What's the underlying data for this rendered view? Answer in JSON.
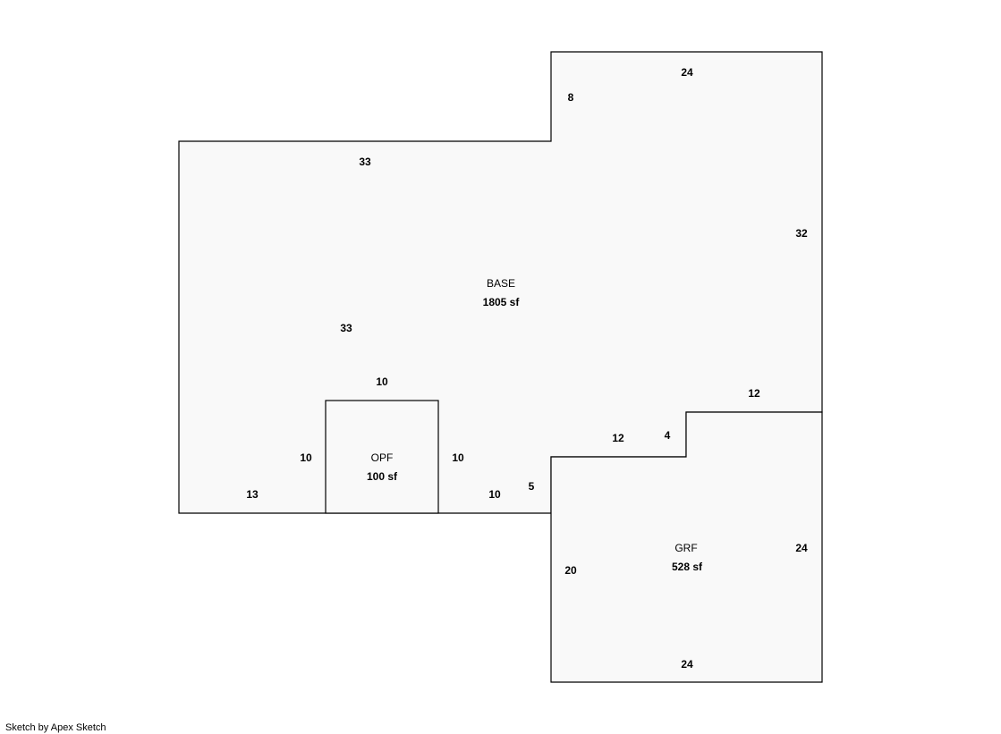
{
  "areas": {
    "base": {
      "name": "BASE",
      "area": "1805 sf"
    },
    "opf": {
      "name": "OPF",
      "area": "100 sf"
    },
    "grf": {
      "name": "GRF",
      "area": "528 sf"
    }
  },
  "dimensions": {
    "base_top_upper": "24",
    "base_step_left": "8",
    "base_top_left": "33",
    "base_right_upper": "32",
    "base_left": "33",
    "base_right_lower": "12",
    "base_step_mid": "4",
    "base_notch_bottom": "12",
    "base_notch_right": "5",
    "base_bottom_mid": "10",
    "base_bottom_left": "13",
    "opf_top": "10",
    "opf_left": "10",
    "opf_right": "10",
    "grf_left": "20",
    "grf_right": "24",
    "grf_bottom": "24"
  },
  "footer": {
    "credit": "Sketch by Apex Sketch"
  }
}
